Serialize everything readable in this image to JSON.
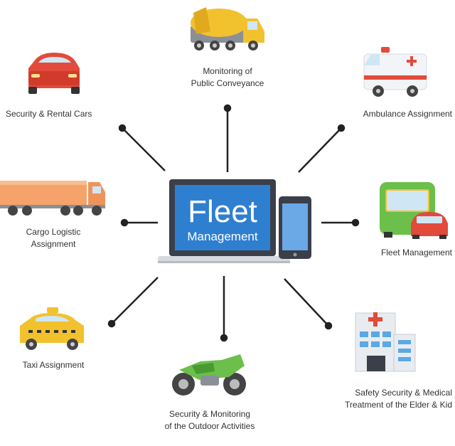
{
  "center": {
    "title": "Fleet",
    "subtitle": "Management"
  },
  "nodes": {
    "public": {
      "line1": "Monitoring of",
      "line2": "Public Conveyance",
      "icon": "cement-truck-icon"
    },
    "rental": {
      "line1": "Security & Rental Cars",
      "icon": "red-car-icon"
    },
    "ambulance": {
      "line1": "Ambulance Assignment",
      "icon": "ambulance-icon"
    },
    "cargo": {
      "line1": "Cargo Logistic",
      "line2": "Assignment",
      "icon": "cargo-truck-icon"
    },
    "fleet": {
      "line1": "Fleet Management",
      "icon": "bus-car-icon"
    },
    "taxi": {
      "line1": "Taxi Assignment",
      "icon": "taxi-icon"
    },
    "outdoor": {
      "line1": "Security & Monitoring",
      "line2": "of the Outdoor Activities",
      "icon": "motorcycle-icon"
    },
    "medical": {
      "line1": "Safety Security & Medical",
      "line2": "Treatment of the Elder & Kid",
      "icon": "hospital-icon"
    }
  },
  "colors": {
    "screen": "#2f7fd0",
    "line": "#222222",
    "accent_yellow": "#f2c12e",
    "accent_red": "#e24a3b",
    "accent_green": "#6bbf4a"
  }
}
